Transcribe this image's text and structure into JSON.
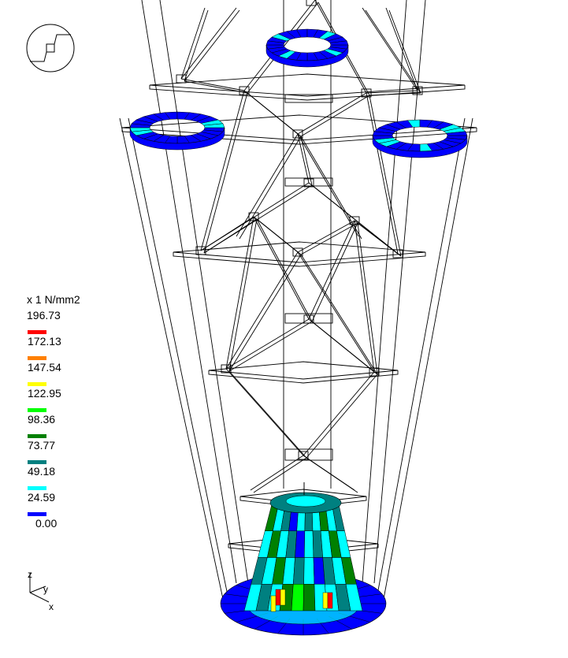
{
  "legend": {
    "unit": "x 1 N/mm2",
    "top_value": "196.73",
    "entries": [
      {
        "value": "172.13",
        "color": "#ff0000"
      },
      {
        "value": "147.54",
        "color": "#ff8000"
      },
      {
        "value": "122.95",
        "color": "#ffff00"
      },
      {
        "value": "98.36",
        "color": "#00ff00"
      },
      {
        "value": "73.77",
        "color": "#008000"
      },
      {
        "value": "49.18",
        "color": "#008080"
      },
      {
        "value": "24.59",
        "color": "#00ffff"
      },
      {
        "value": "0.00",
        "color": "#0000ff"
      }
    ]
  },
  "axes": {
    "z": "z",
    "y": "y",
    "x": "x"
  },
  "view_icon": "pan-view-icon",
  "colors": {
    "wire": "#000000",
    "background": "#ffffff"
  }
}
